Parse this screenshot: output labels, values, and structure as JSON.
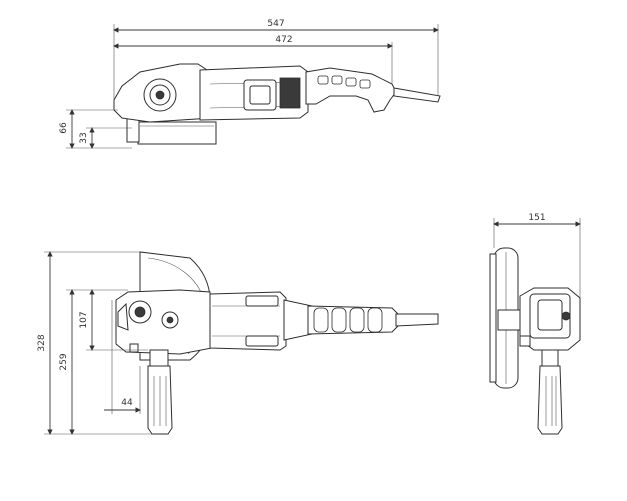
{
  "dimensions": {
    "overall_length": "547",
    "body_length": "472",
    "side_height_66": "66",
    "side_height_33": "33",
    "disc_diameter": "151",
    "total_height": "328",
    "handle_height": "259",
    "body_height": "107",
    "offset_44": "44"
  },
  "colors": {
    "line": "#2e2e2e",
    "background": "#ffffff"
  }
}
